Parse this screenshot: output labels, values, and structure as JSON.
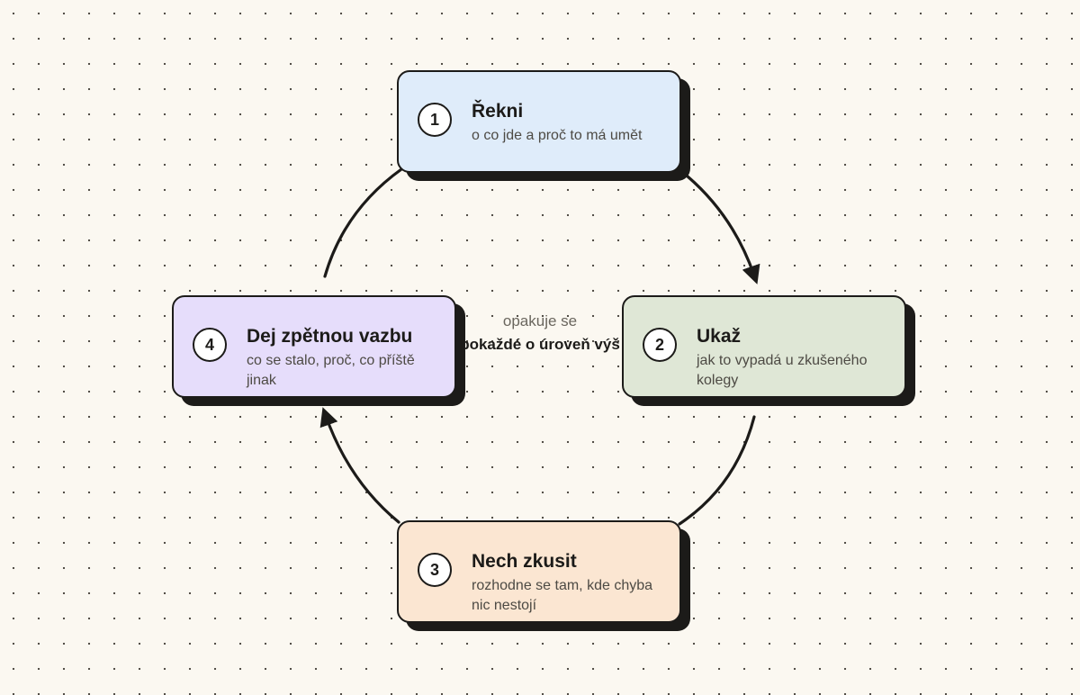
{
  "center_label": {
    "line1": "opakuje se",
    "line2": "pokaždé o úroveň výš"
  },
  "steps": [
    {
      "number": "1",
      "title": "Řekni",
      "description": "o co jde a proč to má umět",
      "color": "#dfecfa"
    },
    {
      "number": "2",
      "title": "Ukaž",
      "description": "jak to vypadá u zkušeného kolegy",
      "color": "#dfe7d6"
    },
    {
      "number": "3",
      "title": "Nech zkusit",
      "description": "rozhodne se tam, kde chyba nic nestojí",
      "color": "#fbe6d2"
    },
    {
      "number": "4",
      "title": "Dej zpětnou vazbu",
      "description": "co se stalo, proč, co příště jinak",
      "color": "#e6ddfb"
    }
  ],
  "colors": {
    "background": "#fbf8f1",
    "ink": "#1c1b19",
    "muted_text": "#4d4a44"
  }
}
